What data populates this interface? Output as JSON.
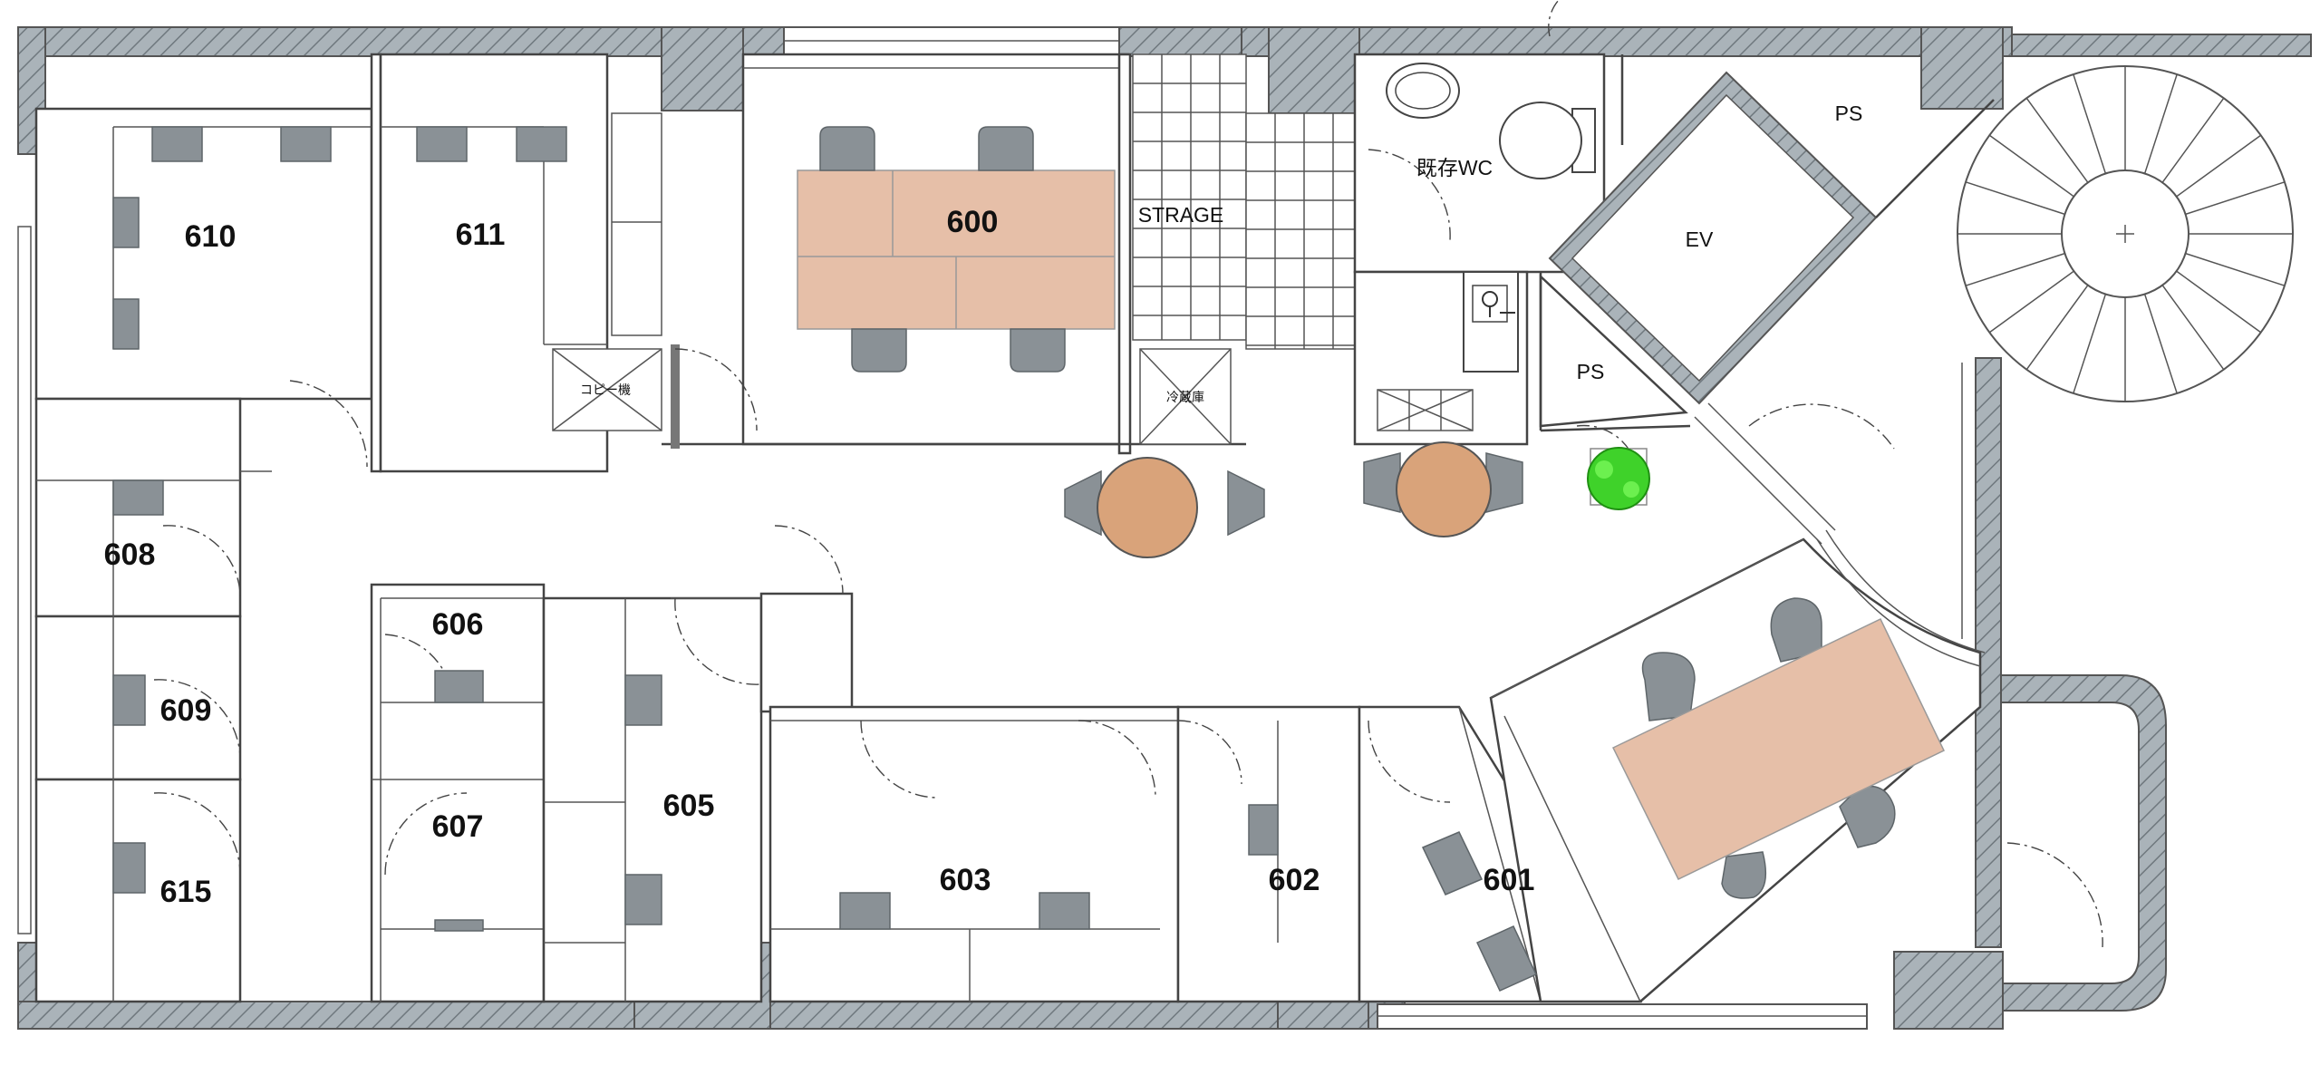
{
  "rooms": {
    "r600": "600",
    "r601": "601",
    "r602": "602",
    "r603": "603",
    "r605": "605",
    "r606": "606",
    "r607": "607",
    "r608": "608",
    "r609": "609",
    "r610": "610",
    "r611": "611",
    "r615": "615"
  },
  "areas": {
    "storage": "STRAGE",
    "elevator": "EV",
    "ps_top": "PS",
    "ps_mid": "PS",
    "wc": "既存WC",
    "copier": "コピー機",
    "fridge": "冷蔵庫"
  },
  "colors": {
    "table": "#e6bfa8",
    "round_table": "#d9a37a",
    "chair": "#8a9196",
    "plant": "#3fd22a",
    "wall_fill": "#aab3b9"
  },
  "icons": {
    "plant": "plant-icon",
    "toilet": "toilet-icon",
    "sink": "sink-icon",
    "stair": "spiral-stair-icon"
  }
}
